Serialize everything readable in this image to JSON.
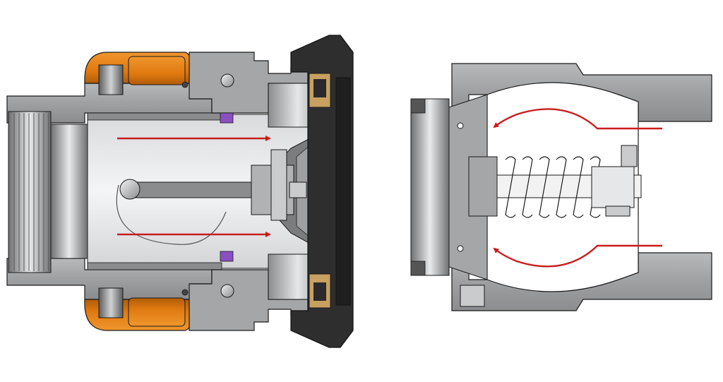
{
  "colors": {
    "background": "#ffffff",
    "steel": "#9ea0a2",
    "steel_dark": "#6e7072",
    "steel_light": "#c9cbcd",
    "outline": "#1a1a1a",
    "orange": "#e07a10",
    "orange_dark": "#b05c08",
    "rubber": "#2e2e2e",
    "brass": "#c8a060",
    "flow_arrow": "#c81e1e",
    "seal_purple": "#8a4fc0"
  },
  "icons": {
    "flow_arrow": "flow-arrow-icon",
    "spring": "spring-icon",
    "thread": "thread-icon"
  },
  "views": [
    {
      "name": "left-coupling-section",
      "flow_arrows": 2
    },
    {
      "name": "right-check-valve-section",
      "flow_arrows": 2
    }
  ]
}
